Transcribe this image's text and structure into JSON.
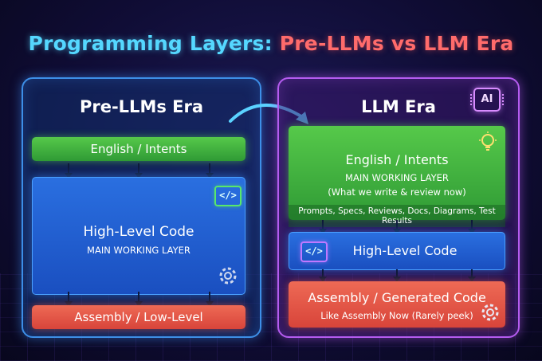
{
  "title": {
    "part1": "Programming Layers:",
    "part2": "Pre-LLMs vs LLM Era"
  },
  "colors": {
    "title_left": "#55d8ff",
    "title_right": "#ff6b6b",
    "intent_layer": "#3fae3f",
    "code_layer": "#1f5cd6",
    "low_level_layer": "#e2523f",
    "left_panel_border": "#3d8fe8",
    "right_panel_border": "#b55cf0"
  },
  "left_panel": {
    "title": "Pre-LLMs Era",
    "intent_bar": {
      "label": "English / Intents"
    },
    "code_block": {
      "label": "High-Level Code",
      "sublabel": "MAIN WORKING LAYER",
      "icon": "code-icon",
      "icon_text": "</>",
      "corner_icon": "gear-icon"
    },
    "low_bar": {
      "label": "Assembly / Low-Level"
    }
  },
  "right_panel": {
    "title": "LLM Era",
    "badge": "AI",
    "intent_block": {
      "label": "English / Intents",
      "sublabel": "MAIN WORKING LAYER",
      "note": "(What we write & review now)",
      "corner_icon": "lightbulb-icon",
      "artifacts": "Prompts, Specs, Reviews, Docs, Diagrams, Test Results"
    },
    "code_bar": {
      "label": "High-Level Code",
      "icon": "code-icon",
      "icon_text": "</>"
    },
    "low_block": {
      "label": "Assembly / Generated Code",
      "sublabel": "Like Assembly Now (Rarely peek)",
      "corner_icon": "gear-icon"
    }
  },
  "transition_arrow": "curved-arrow-icon"
}
